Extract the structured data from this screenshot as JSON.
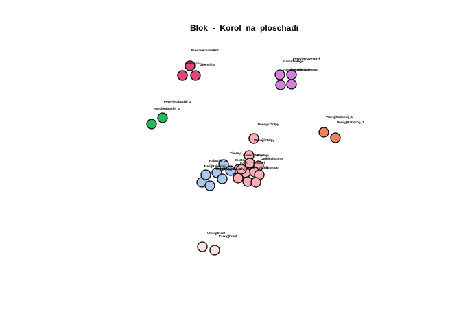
{
  "title": "Blok_-_Korol_na_ploschadi",
  "groups": [
    {
      "id": "g1",
      "color": "#e0457b"
    },
    {
      "id": "g2",
      "color": "#d580db"
    },
    {
      "id": "g3",
      "color": "#27b85c"
    },
    {
      "id": "g4",
      "color": "#f08060"
    },
    {
      "id": "g5",
      "color": "#f8aeb4"
    },
    {
      "id": "g6",
      "color": "#aac8ef"
    },
    {
      "id": "g7",
      "color": "#fde2de"
    }
  ],
  "nodes": [
    {
      "id": "prodavets",
      "group": "g1",
      "label": "ProdavechitsaRoz"
    },
    {
      "id": "g1-a",
      "group": "g1",
      "label": "Devushka"
    },
    {
      "id": "g1-b",
      "group": "g1",
      "label": "Zhenshha"
    },
    {
      "id": "g1-c",
      "group": "g1",
      "label": ""
    },
    {
      "id": "pervyj-neizv",
      "group": "g2",
      "label": "PervyjNeizvestnyj"
    },
    {
      "id": "golos-tretego",
      "group": "g2",
      "label": "GolosTretego"
    },
    {
      "id": "vtoroj-neizv",
      "group": "g2",
      "label": "VtorojNeizvestnyj"
    },
    {
      "id": "g2-d",
      "group": "g2",
      "label": "TretijNeizvestnyj"
    },
    {
      "id": "pervyj-rab-2",
      "group": "g3",
      "label": "Pervyj|Rabochij_2"
    },
    {
      "id": "vtoroj-rab-2",
      "group": "g3",
      "label": "Vtoroj|Rabochij_2"
    },
    {
      "id": "vtoroj-rab-1",
      "group": "g4",
      "label": "Vtoroj|Rabochij_1"
    },
    {
      "id": "pervyj-rab-1",
      "group": "g4",
      "label": "Pervyj|Rabochij_1"
    },
    {
      "id": "pervyj-tolpy",
      "group": "g5",
      "label": "Pervyj|izTolpy"
    },
    {
      "id": "vtoroj-tolpy",
      "group": "g5",
      "label": "Vtoroj|izTolpy"
    },
    {
      "id": "chernyj",
      "group": "g5",
      "label": "Chernyj"
    },
    {
      "id": "golos-tolpy",
      "group": "g5",
      "label": "GolosizTolpy"
    },
    {
      "id": "zolotoj",
      "group": "g5",
      "label": "Zolotoj"
    },
    {
      "id": "otdelnyj-golos",
      "group": "g5",
      "label": "Otdelnyj|Golos"
    },
    {
      "id": "g5-a",
      "group": "g5",
      "label": "Blednyj"
    },
    {
      "id": "g5-b",
      "group": "g5",
      "label": "Krasnyj"
    },
    {
      "id": "g5-c",
      "group": "g5",
      "label": "Vtorogo"
    },
    {
      "id": "g5-d",
      "group": "g5",
      "label": "Korol"
    },
    {
      "id": "g5-e",
      "group": "g5",
      "label": "Doch"
    },
    {
      "id": "g5-f",
      "group": "g5",
      "label": "Zodchij"
    },
    {
      "id": "g5-g",
      "group": "g5",
      "label": ""
    },
    {
      "id": "rabochij",
      "group": "g6",
      "label": "Rabochij_3"
    },
    {
      "id": "tretij-rab",
      "group": "g6",
      "label": "Tretij|Rabochij"
    },
    {
      "id": "g6-a",
      "group": "g6",
      "label": "Vtoroj|Rabochij_3"
    },
    {
      "id": "g6-b",
      "group": "g6",
      "label": "Pervyj|Rabochij_3"
    },
    {
      "id": "g6-c",
      "group": "g6",
      "label": ""
    },
    {
      "id": "g6-d",
      "group": "g6",
      "label": ""
    },
    {
      "id": "g6-e",
      "group": "g6",
      "label": ""
    },
    {
      "id": "vtoroj-frant",
      "group": "g7",
      "label": "Vtoroj|Frant"
    },
    {
      "id": "pervyj-frant",
      "group": "g7",
      "label": "Pervyj|Frant"
    }
  ]
}
